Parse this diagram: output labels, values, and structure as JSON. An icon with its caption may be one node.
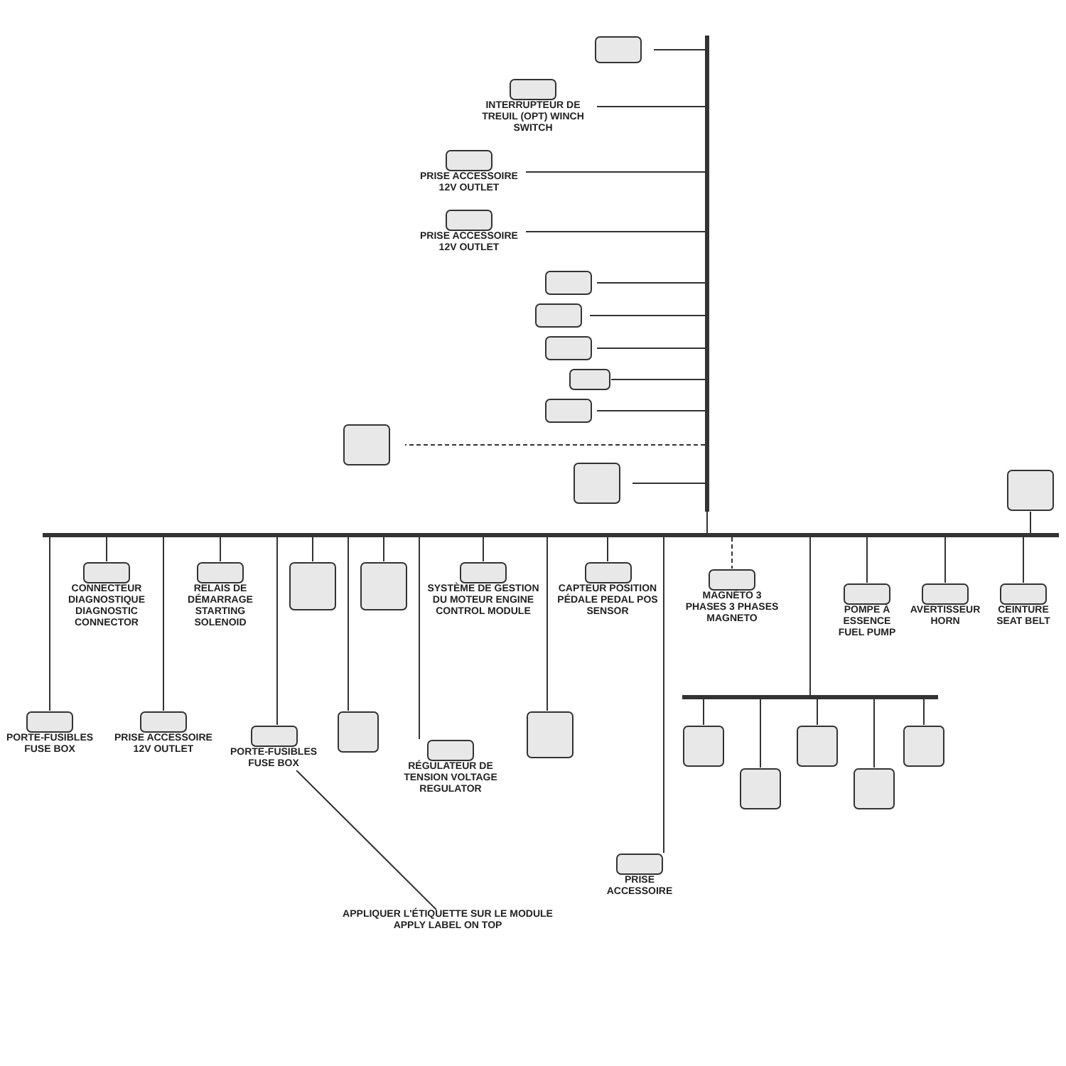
{
  "diagram": {
    "nodes": [
      {
        "text": [],
        "shape": "bar"
      },
      {
        "text": [],
        "shape": "bar"
      },
      {
        "text": [],
        "shape": "bar"
      },
      {
        "text": [],
        "shape": "box"
      },
      {
        "text": [
          "INTERRUPTEUR DE TREUIL (OPT) WINCH SWITCH"
        ]
      },
      {
        "text": [
          "PRISE ACCESSOIRE 12V OUTLET"
        ]
      },
      {
        "text": [
          "PRISE ACCESSOIRE 12V OUTLET"
        ]
      },
      {
        "text": [],
        "shape": "box"
      },
      {
        "text": [],
        "shape": "box"
      },
      {
        "text": [],
        "shape": "box"
      },
      {
        "text": [],
        "shape": "box"
      },
      {
        "text": [],
        "shape": "box"
      },
      {
        "text": [],
        "shape": "box"
      },
      {
        "text": [],
        "shape": "box"
      },
      {
        "text": [
          "PORTE-FUSIBLES FUSE BOX"
        ]
      },
      {
        "text": [
          "PRISE ACCESSOIRE"
        ]
      },
      {
        "text": [
          "PRISE ACCESSOIRE 12V OUTLET"
        ]
      },
      {
        "text": [
          "PORTE-FUSIBLES FUSE BOX"
        ]
      },
      {
        "text": [
          "CONNECTEUR DIAGNOSTIQUE DIAGNOSTIC CONNECTOR"
        ]
      },
      {
        "text": [
          "RELAIS DE DÉMARRAGE STARTING SOLENOID"
        ]
      },
      {
        "text": [],
        "shape": "box"
      },
      {
        "text": [],
        "shape": "box"
      },
      {
        "text": [],
        "shape": "box"
      },
      {
        "text": [
          "RÉGULATEUR DE TENSION VOLTAGE REGULATOR"
        ]
      },
      {
        "text": [
          "SYSTÈME DE GESTION DU MOTEUR ENGINE CONTROL MODULE"
        ]
      },
      {
        "text": [],
        "shape": "box"
      },
      {
        "text": [
          "CAPTEUR POSITION PÉDALE PEDAL POS SENSOR"
        ]
      },
      {
        "text": [],
        "shape": "box"
      },
      {
        "text": [],
        "shape": "box"
      },
      {
        "text": [],
        "shape": "box"
      },
      {
        "text": [],
        "shape": "box"
      },
      {
        "text": [],
        "shape": "box"
      },
      {
        "text": [
          "MAGNÉTO 3 PHASES 3 PHASES MAGNETO"
        ]
      },
      {
        "text": [
          "POMPE À ESSENCE FUEL PUMP"
        ]
      },
      {
        "text": [
          "AVERTISSEUR HORN"
        ]
      },
      {
        "text": [
          "CEINTURE SEAT BELT"
        ]
      },
      {
        "text": [],
        "shape": "box"
      },
      {
        "text": [
          "APPLIQUER L'ÉTIQUETTE SUR LE MODULE APPLY LABEL ON TOP"
        ]
      }
    ],
    "edges": [
      {
        "from": 0,
        "to": 1,
        "arrow": "none"
      },
      {
        "from": 1,
        "to": 2,
        "arrow": "none"
      },
      {
        "from": 0,
        "to": 3,
        "arrow": "none"
      },
      {
        "from": 0,
        "to": 4,
        "arrow": "none"
      },
      {
        "from": 0,
        "to": 5,
        "arrow": "none"
      },
      {
        "from": 0,
        "to": 6,
        "arrow": "none"
      },
      {
        "from": 0,
        "to": 7,
        "arrow": "none"
      },
      {
        "from": 0,
        "to": 8,
        "arrow": "none"
      },
      {
        "from": 0,
        "to": 9,
        "arrow": "none"
      },
      {
        "from": 0,
        "to": 10,
        "arrow": "none"
      },
      {
        "from": 0,
        "to": 11,
        "arrow": "none"
      },
      {
        "from": 0,
        "to": 12,
        "arrow": "none",
        "style": "dashed"
      },
      {
        "from": 0,
        "to": 13,
        "arrow": "none"
      },
      {
        "from": 1,
        "to": 14,
        "arrow": "none"
      },
      {
        "from": 1,
        "to": 15,
        "arrow": "none"
      },
      {
        "from": 1,
        "to": 16,
        "arrow": "none"
      },
      {
        "from": 1,
        "to": 17,
        "arrow": "none"
      },
      {
        "from": 1,
        "to": 18,
        "arrow": "none"
      },
      {
        "from": 1,
        "to": 19,
        "arrow": "none"
      },
      {
        "from": 1,
        "to": 20,
        "arrow": "none"
      },
      {
        "from": 1,
        "to": 21,
        "arrow": "none"
      },
      {
        "from": 1,
        "to": 22,
        "arrow": "none"
      },
      {
        "from": 1,
        "to": 23,
        "arrow": "none"
      },
      {
        "from": 1,
        "to": 24,
        "arrow": "none"
      },
      {
        "from": 1,
        "to": 25,
        "arrow": "none"
      },
      {
        "from": 1,
        "to": 26,
        "arrow": "none"
      },
      {
        "from": 2,
        "to": 27,
        "arrow": "none"
      },
      {
        "from": 2,
        "to": 28,
        "arrow": "none"
      },
      {
        "from": 2,
        "to": 29,
        "arrow": "none"
      },
      {
        "from": 2,
        "to": 30,
        "arrow": "none"
      },
      {
        "from": 2,
        "to": 31,
        "arrow": "none"
      },
      {
        "from": 1,
        "to": 32,
        "arrow": "none",
        "style": "dashed"
      },
      {
        "from": 1,
        "to": 33,
        "arrow": "none"
      },
      {
        "from": 1,
        "to": 34,
        "arrow": "none"
      },
      {
        "from": 1,
        "to": 35,
        "arrow": "none"
      },
      {
        "from": 1,
        "to": 36,
        "arrow": "none"
      },
      {
        "from": 37,
        "to": 17,
        "arrow": "none"
      }
    ]
  }
}
